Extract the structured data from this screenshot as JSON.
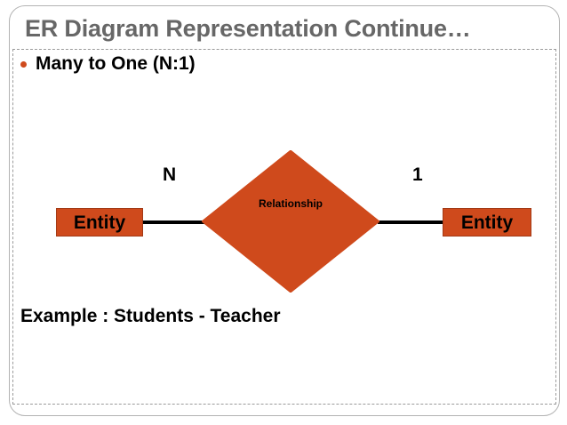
{
  "slide": {
    "title": "ER Diagram Representation Continue…",
    "title_color": "#676767",
    "accent_color": "#cf4a1c",
    "bullets": [
      {
        "marker": "bullet-dot",
        "text": "Many to One (N:1)"
      }
    ],
    "example": "Example : Students - Teacher"
  },
  "diagram": {
    "type": "er-diagram",
    "relationship_label": "Relationship",
    "entities": [
      {
        "id": "entity-left",
        "label": "Entity",
        "cardinality": "N"
      },
      {
        "id": "entity-right",
        "label": "Entity",
        "cardinality": "1"
      }
    ],
    "cardinality_left": "N",
    "cardinality_right": "1",
    "shape_fill": "#cf4a1c",
    "connector_color": "#000000"
  }
}
